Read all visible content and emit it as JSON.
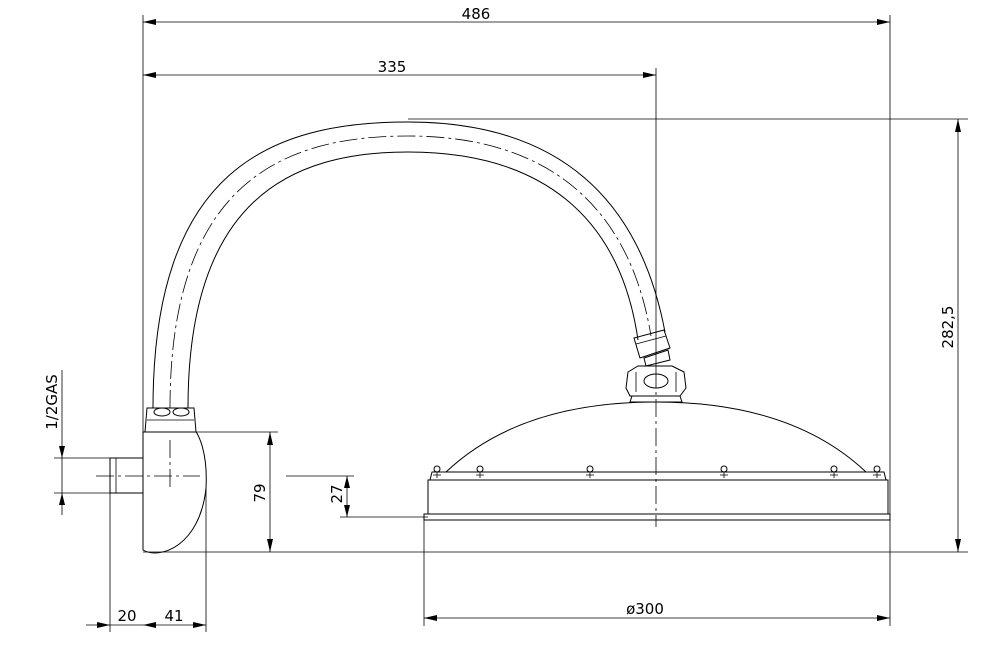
{
  "dimensions": {
    "overall_width": "486",
    "arm_reach": "335",
    "overall_height": "282,5",
    "thread_size": "1/2GAS",
    "flange_height": "79",
    "head_offset": "27",
    "head_diameter": "300",
    "inlet_length": "20",
    "flange_depth": "41"
  },
  "symbols": {
    "diameter": "ø"
  }
}
